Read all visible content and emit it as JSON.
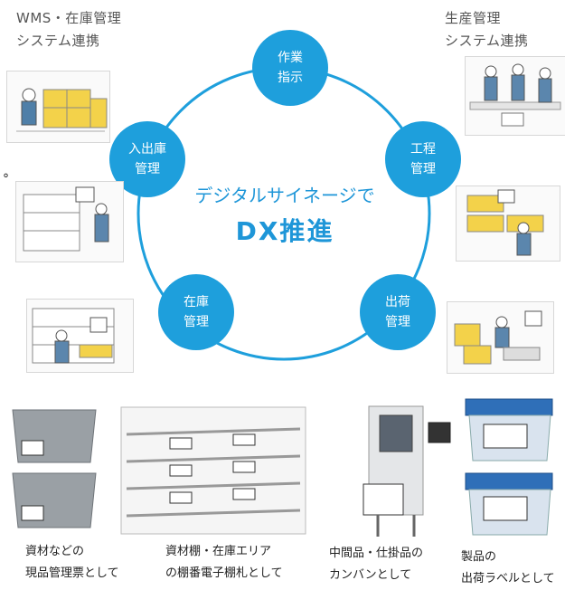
{
  "headings": {
    "wms": [
      "WMS・在庫管理",
      "システム連携"
    ],
    "production": [
      "生産管理",
      "システム連携"
    ]
  },
  "center": {
    "title": "デジタルサイネージで",
    "subtitle": "DX推進"
  },
  "nodes": {
    "work": [
      "作業",
      "指示"
    ],
    "process": [
      "工程",
      "管理"
    ],
    "shipping": [
      "出荷",
      "管理"
    ],
    "inventory": [
      "在庫",
      "管理"
    ],
    "inout": [
      "入出庫",
      "管理"
    ]
  },
  "captions": {
    "materials": [
      "資材などの",
      "現品管理票として"
    ],
    "shelf": [
      "資材棚・在庫エリア",
      "の棚番電子棚札として"
    ],
    "kanban": [
      "中間品・仕掛品の",
      "カンバンとして"
    ],
    "product": [
      "製品の",
      "出荷ラベルとして"
    ]
  },
  "bullet": "°",
  "colors": {
    "accent": "#1e9fdc",
    "crate_gray": "#8f9499",
    "crate_blue": "#2f6fb8"
  }
}
